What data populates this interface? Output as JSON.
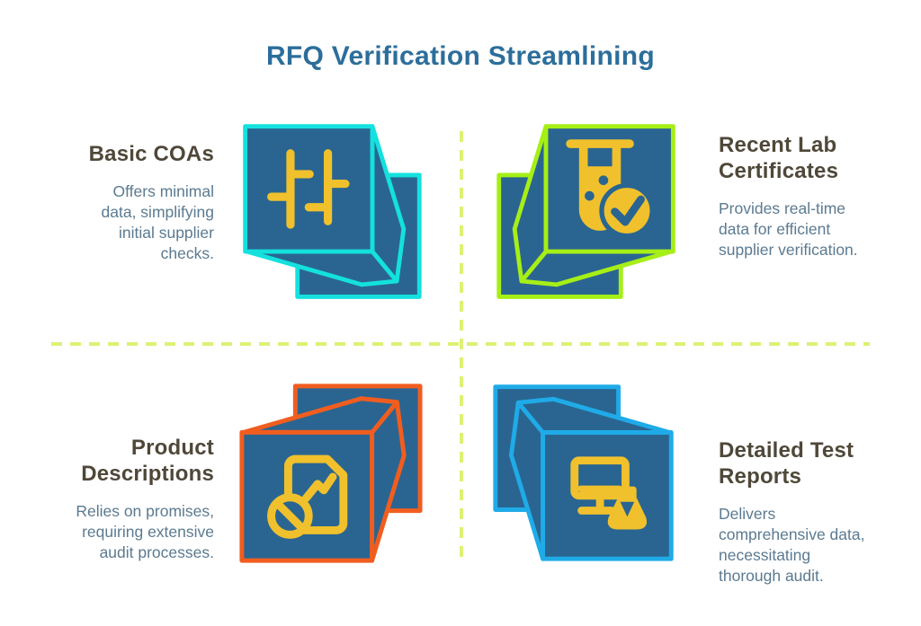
{
  "title": "RFQ Verification Streamlining",
  "colors": {
    "background": "#ffffff",
    "title": "#2c6e9b",
    "heading_text": "#4f4839",
    "body_text": "#5b7a91",
    "box_fill": "#2a6591",
    "glyph_yellow": "#f0c12c",
    "divider_dash": "#ddf174"
  },
  "divider": {
    "style": "dashed-cross",
    "color": "#ddf174"
  },
  "quadrants": [
    {
      "id": "basic-coas",
      "position": "top-left",
      "heading": "Basic COAs",
      "body": "Offers minimal\ndata, simplifying\ninitial supplier\nchecks.",
      "icon": "filter-sliders-box-icon",
      "accent": "#14e1de"
    },
    {
      "id": "recent-lab-certificates",
      "position": "top-right",
      "heading": "Recent Lab\nCertificates",
      "body": "Provides real-time\ndata for efficient\nsupplier verification.",
      "icon": "test-tube-check-box-icon",
      "accent": "#a6ef16"
    },
    {
      "id": "product-descriptions",
      "position": "bottom-left",
      "heading": "Product\nDescriptions",
      "body": "Relies on promises,\nrequiring extensive\naudit processes.",
      "icon": "document-blocked-box-icon",
      "accent": "#f15d1f"
    },
    {
      "id": "detailed-test-reports",
      "position": "bottom-right",
      "heading": "Detailed Test\nReports",
      "body": "Delivers\ncomprehensive data,\nnecessitating\nthorough audit.",
      "icon": "monitor-flask-box-icon",
      "accent": "#1fabe8"
    }
  ]
}
